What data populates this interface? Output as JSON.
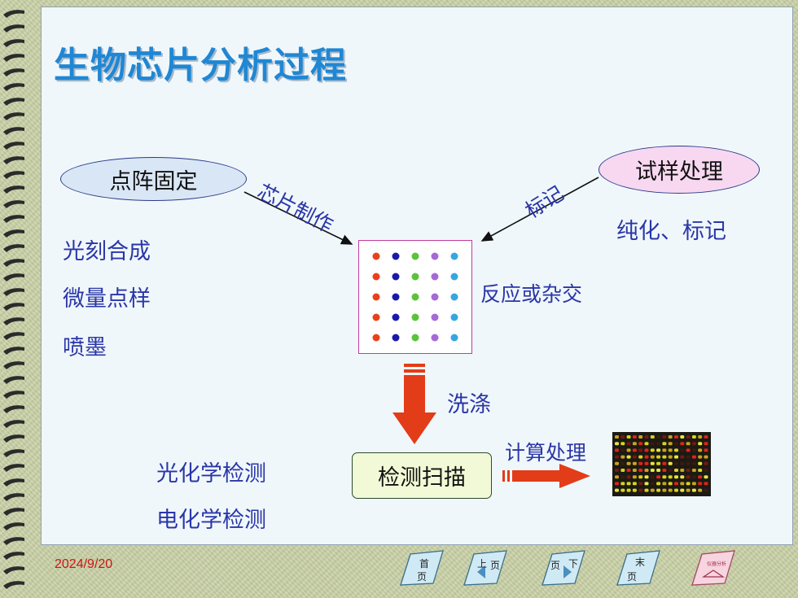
{
  "title": "生物芯片分析过程",
  "left_oval": "点阵固定",
  "right_oval": "试样处理",
  "arrow_left_label": "芯片制作",
  "arrow_right_label": "标记",
  "left_methods": [
    "光刻合成",
    "微量点样",
    "喷墨"
  ],
  "right_method": "纯化、标记",
  "reaction": "反应或杂交",
  "wash": "洗涤",
  "scan": "检测扫描",
  "compute": "计算处理",
  "detections": [
    "光化学检测",
    "电化学检测"
  ],
  "date": "2024/9/20",
  "nav": {
    "first": [
      "首",
      "页"
    ],
    "prev": [
      "上",
      "页"
    ],
    "next": [
      "页",
      "下"
    ],
    "last": [
      "末",
      "页"
    ],
    "logo": "仪器分析"
  },
  "colors": {
    "title": "#1f87d4",
    "text_blue": "#2a36a8",
    "arrow_red": "#e23c18",
    "grid_border": "#c23b9e",
    "dot_columns": [
      "#e8411c",
      "#1a1aa8",
      "#5cc23b",
      "#a56ad6",
      "#37a6e0"
    ]
  }
}
